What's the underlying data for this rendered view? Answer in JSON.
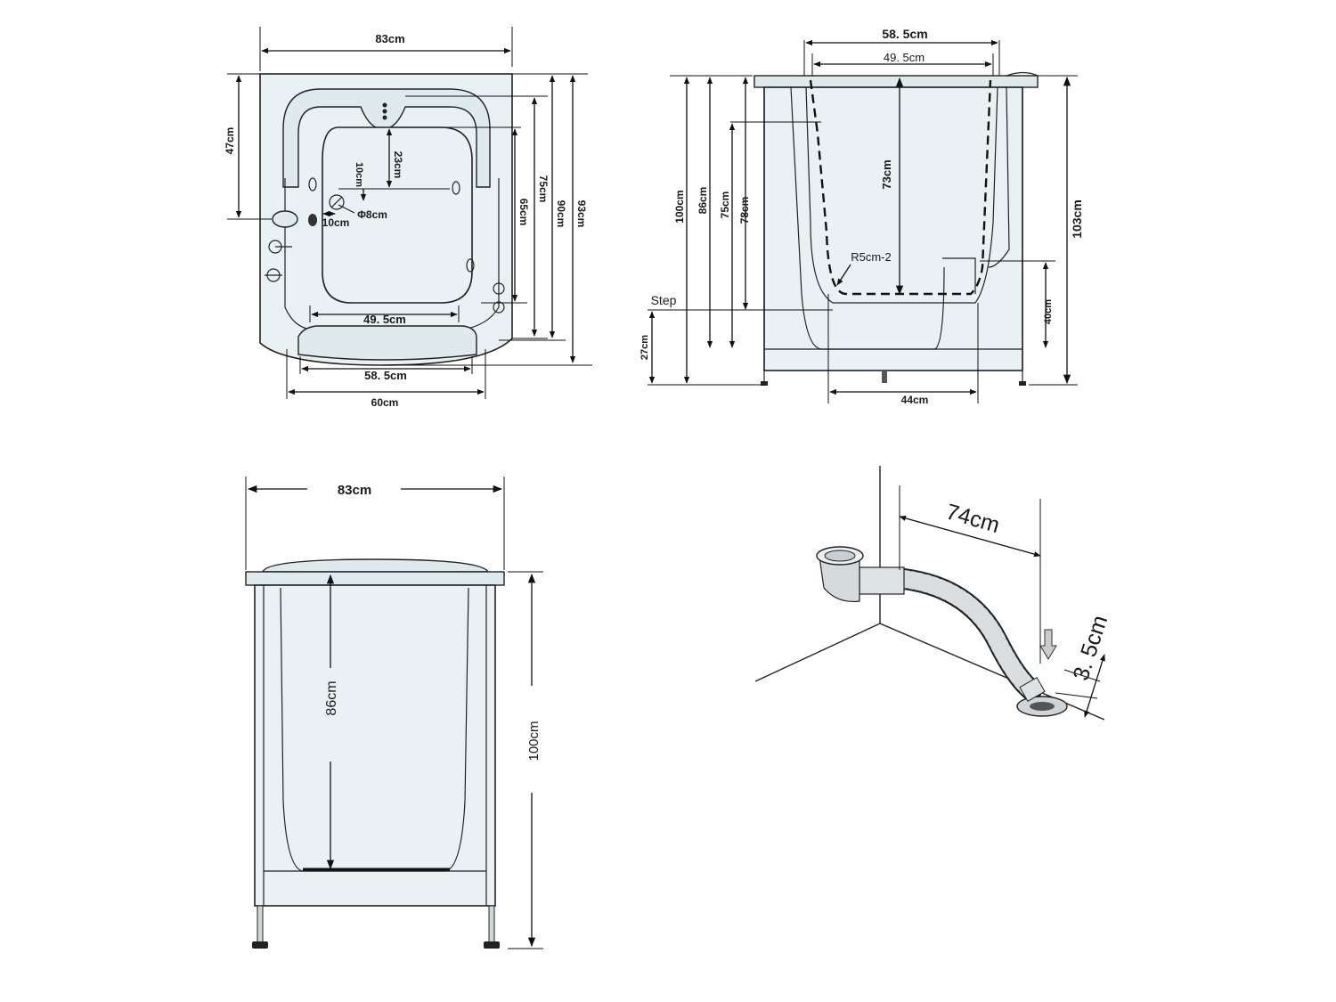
{
  "colors": {
    "tub_fill": "#e9f1f4",
    "line": "#111111",
    "background": "#ffffff"
  },
  "top_view": {
    "width_outer": "83cm",
    "depth_47": "47cm",
    "depth_75": "75cm",
    "depth_90": "90cm",
    "depth_93": "93cm",
    "inner_23": "23cm",
    "inner_10a": "10cm",
    "inner_10b": "10cm",
    "dia_8": "Φ8cm",
    "inner_65": "65cm",
    "inner_width": "49. 5cm",
    "door_width": "58. 5cm",
    "front_width": "60cm"
  },
  "side_view": {
    "top_width": "58. 5cm",
    "inner_width": "49. 5cm",
    "h_100": "100cm",
    "h_86": "86cm",
    "h_75": "75cm",
    "h_78": "78cm",
    "depth_73": "73cm",
    "radius": "R5cm-2",
    "step_label": "Step",
    "step_height": "27cm",
    "seat_height": "40cm",
    "total_height": "103cm",
    "bottom_width": "44cm"
  },
  "front_view": {
    "width": "83cm",
    "inner_height": "86cm",
    "height": "100cm"
  },
  "drain_view": {
    "distance": "74cm",
    "height": "3. 5cm"
  }
}
